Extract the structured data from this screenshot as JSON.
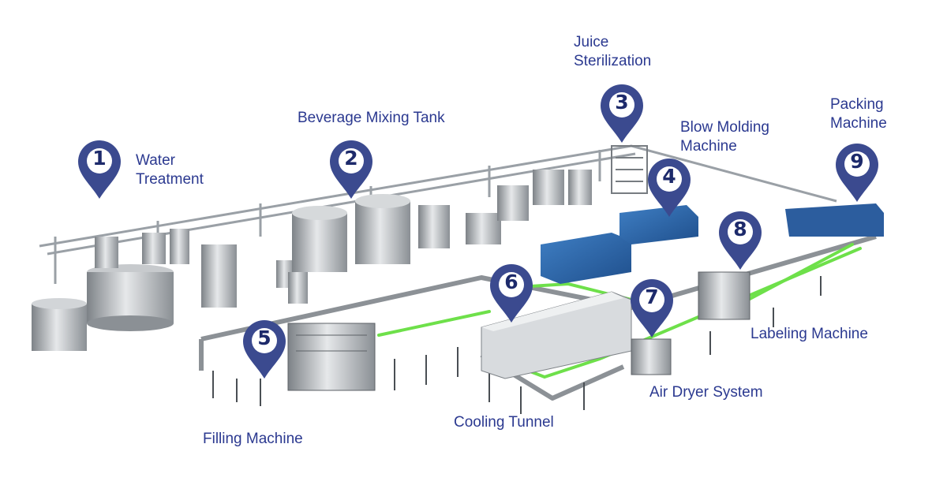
{
  "colors": {
    "label": "#2b3990",
    "pin": "#3b4a8f",
    "pin_ring": "#ffffff",
    "conveyor": "#6ee04a",
    "steel": "#a9aeb3",
    "blue_machine": "#2f6db3"
  },
  "stations": [
    {
      "num": "1",
      "label": [
        "Water",
        "Treatment"
      ]
    },
    {
      "num": "2",
      "label": [
        "Beverage Mixing Tank"
      ]
    },
    {
      "num": "3",
      "label": [
        "Juice",
        "Sterilization"
      ]
    },
    {
      "num": "4",
      "label": [
        "Blow Molding",
        "Machine"
      ]
    },
    {
      "num": "5",
      "label": [
        "Filling Machine"
      ]
    },
    {
      "num": "6",
      "label": [
        "Cooling Tunnel"
      ]
    },
    {
      "num": "7",
      "label": [
        "Air Dryer System"
      ]
    },
    {
      "num": "8",
      "label": [
        "Labeling Machine"
      ]
    },
    {
      "num": "9",
      "label": [
        "Packing",
        "Machine"
      ]
    }
  ]
}
